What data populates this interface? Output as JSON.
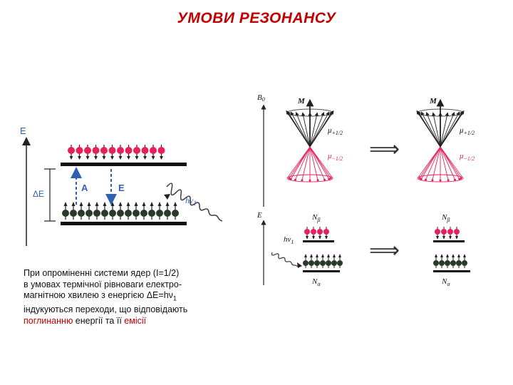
{
  "title": "УМОВИ РЕЗОНАНСУ",
  "left_diagram": {
    "axis_e_label": "E",
    "delta_e_label": "ΔE",
    "arrow_a_label": "A",
    "arrow_e_label": "E",
    "photon_label": "hν",
    "photon_sub": "1"
  },
  "caption": {
    "line1": "При опроміненні системи ядер (І=1/2)",
    "line2": "в умовах термічної рівноваги електро-",
    "line3_text": "магнітною хвилею з енергією ΔE=hν",
    "line3_sub": "1",
    "line4": "індукуються переходи, що відповідають",
    "line5_red1": "поглинанню",
    "line5_mid": " енергії та її ",
    "line5_red2": "емісії"
  },
  "right_diagram": {
    "b0_label": "B",
    "b0_sub": "0",
    "m_label": "M",
    "mu_plus_label": "μ",
    "mu_plus_sub": "+1/2",
    "mu_minus_label": "μ",
    "mu_minus_sub": "−1/2",
    "axis_e_label": "E",
    "photon_label": "hν",
    "photon_sub": "1",
    "n_beta_label": "N",
    "n_beta_sub": "β",
    "n_alpha_label": "N",
    "n_alpha_sub": "α",
    "transition_arrow": "⟹"
  },
  "colors": {
    "red": "#c00000",
    "pink": "#e8205a",
    "blue": "#3060b0",
    "dark": "#333333",
    "green_dark": "#2a3a2a"
  }
}
